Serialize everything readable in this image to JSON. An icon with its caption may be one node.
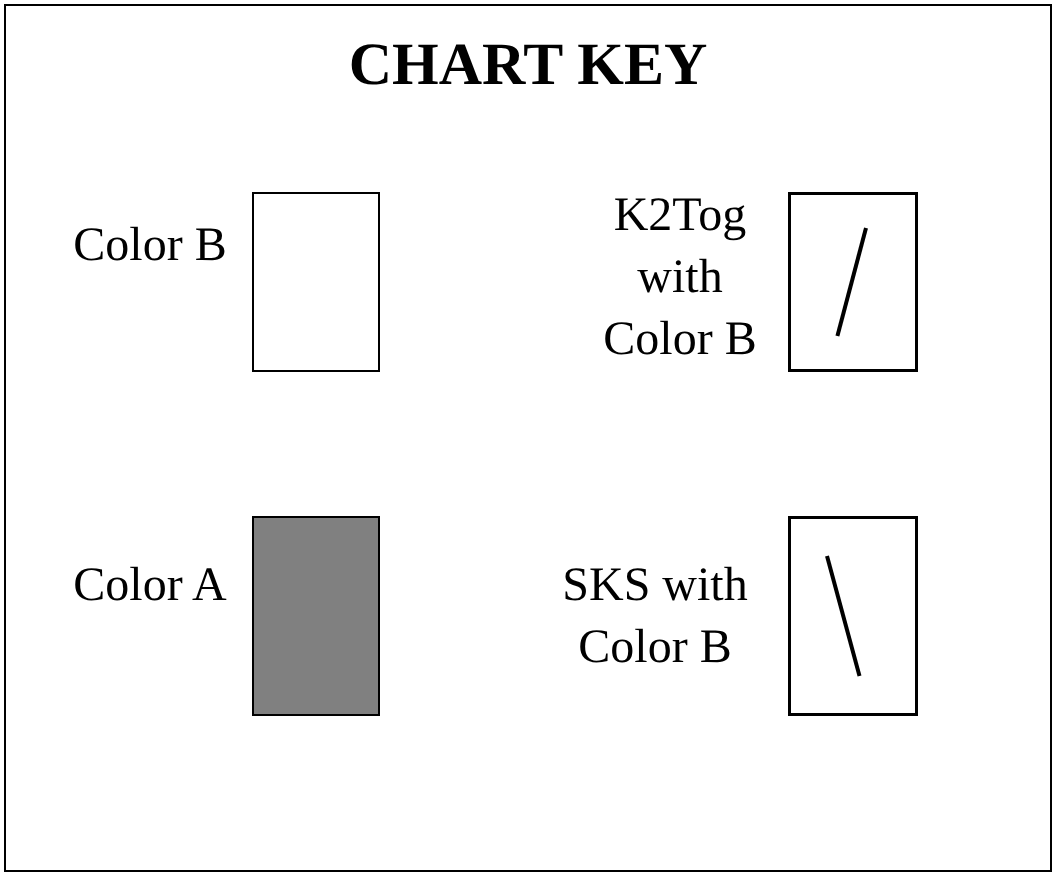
{
  "diagram": {
    "title": "CHART KEY",
    "legend": [
      {
        "text": "Color B",
        "color": "#ffffff"
      },
      {
        "text": "K2Tog with Color B"
      },
      {
        "text": "Color A",
        "color": "#808080"
      },
      {
        "text": "SKS with Color B"
      }
    ]
  }
}
